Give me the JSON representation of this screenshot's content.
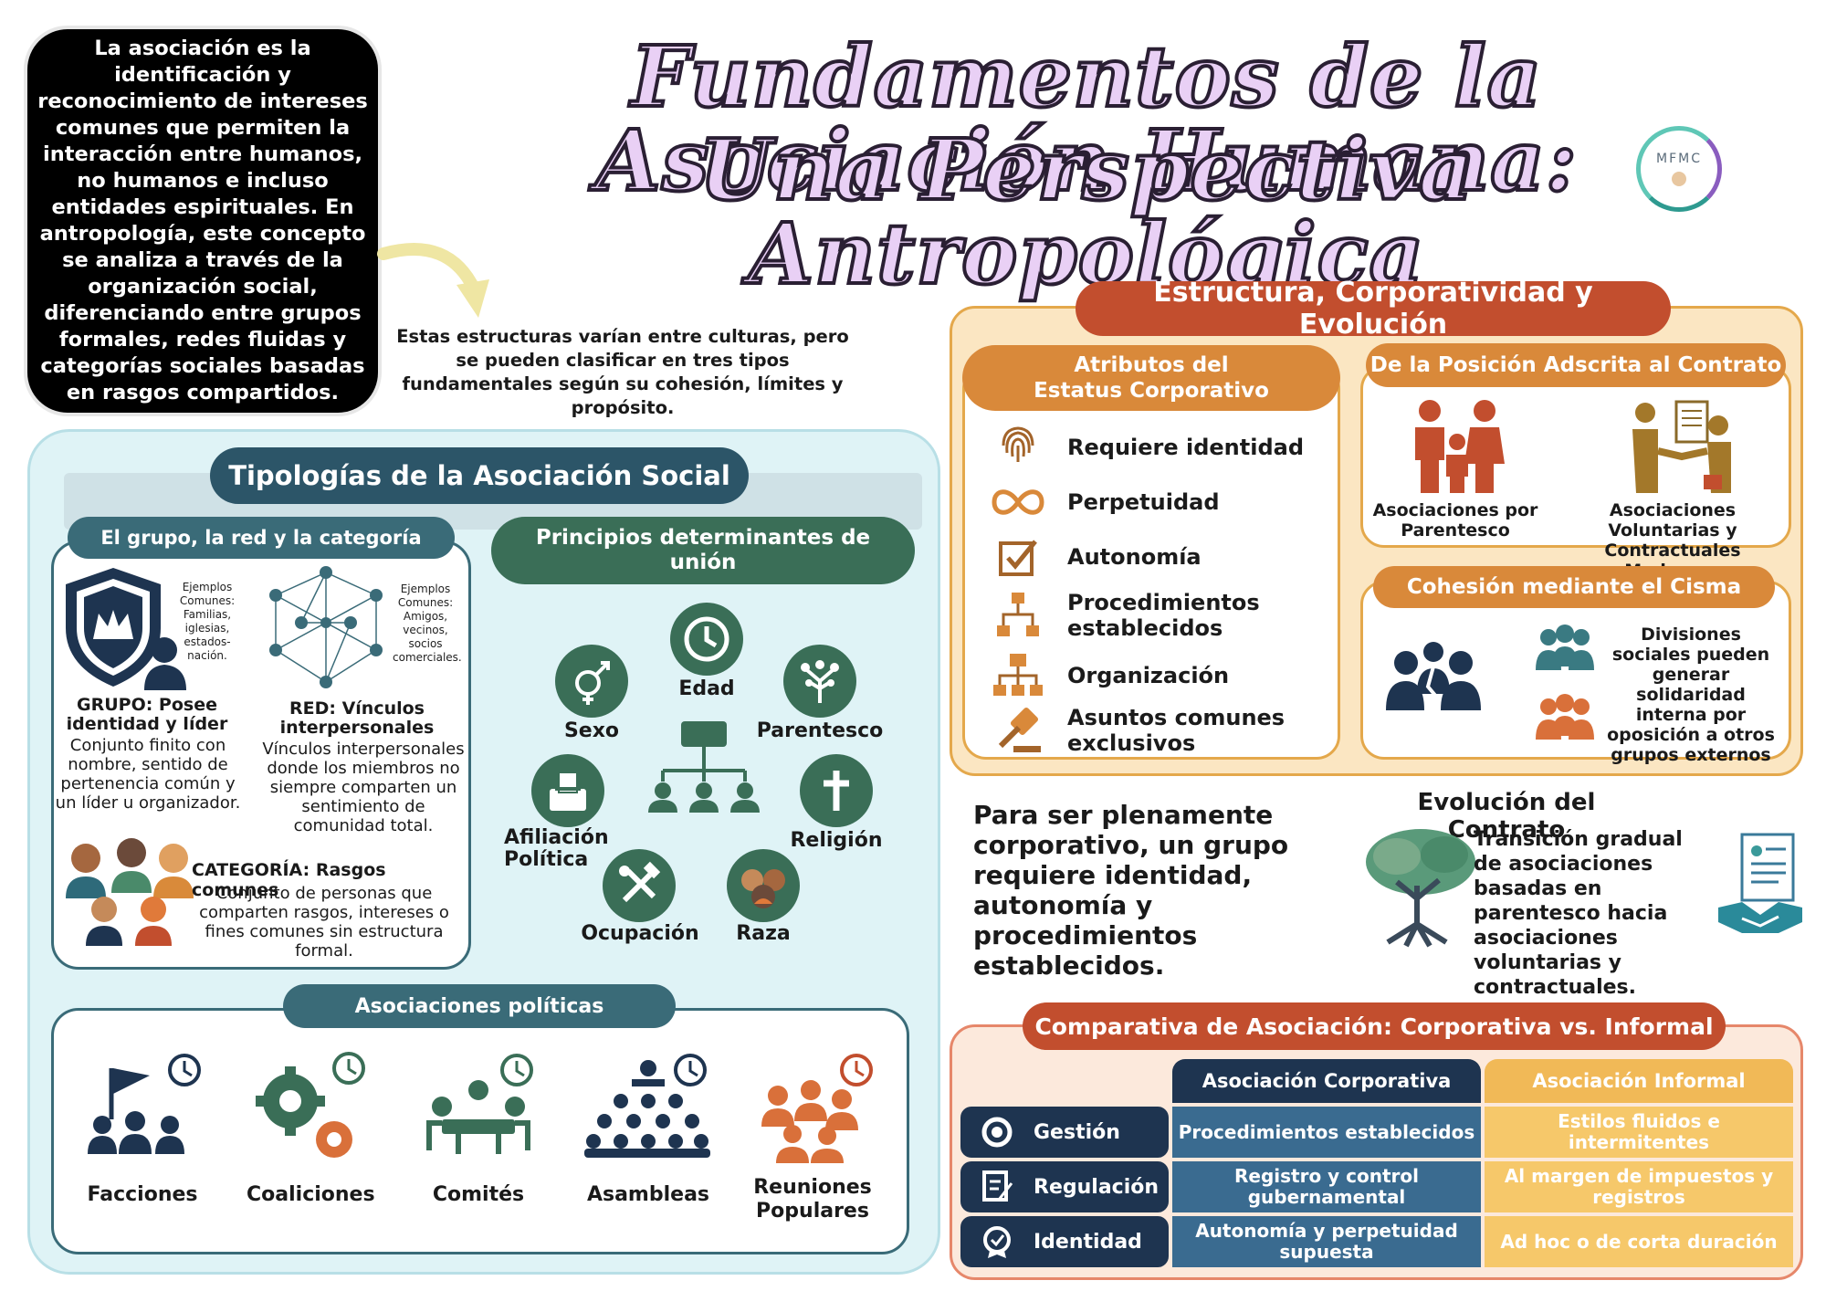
{
  "title": {
    "line1": "Fundamentos de la Asociación Humana:",
    "line2": "Una Perspectiva Antropológica",
    "logo_text": "MFMC"
  },
  "intro": {
    "text": "La asociación es la identificación y reconocimiento de intereses comunes que permiten la interacción entre humanos, no humanos e incluso entidades espirituales. En antropología, este concepto se analiza a través de la organización social, diferenciando entre grupos formales, redes fluidas y categorías sociales basadas en rasgos compartidos.",
    "sub": "Estas estructuras varían entre culturas, pero se pueden clasificar en tres tipos fundamentales según su cohesión, límites y propósito."
  },
  "typologies": {
    "header": "Tipologías de la Asociación Social",
    "grn": {
      "header": "El grupo, la red y la categoría",
      "group_examples": "Ejemplos Comunes: Familias, iglesias, estados-nación.",
      "net_examples": "Ejemplos Comunes: Amigos, vecinos, socios comerciales.",
      "group_title": "GRUPO: Posee identidad y líder",
      "group_text": "Conjunto finito con nombre, sentido de pertenencia común y un líder u organizador.",
      "net_title": "RED: Vínculos interpersonales",
      "net_text": "Vínculos interpersonales donde los miembros no siempre comparten un sentimiento de comunidad total.",
      "cat_title": "CATEGORÍA: Rasgos comunes",
      "cat_text": "Conjunto de personas que comparten rasgos, intereses o fines comunes sin estructura formal."
    },
    "principles": {
      "header": "Principios determinantes de unión",
      "items": [
        "Edad",
        "Sexo",
        "Parentesco",
        "Afiliación Política",
        "Religión",
        "Ocupación",
        "Raza"
      ]
    },
    "political": {
      "header": "Asociaciones políticas",
      "items": [
        "Facciones",
        "Coaliciones",
        "Comités",
        "Asambleas",
        "Reuniones Populares"
      ]
    }
  },
  "structure": {
    "header": "Estructura, Corporatividad y Evolución",
    "attributes": {
      "header": "Atributos del Estatus Corporativo",
      "items": [
        {
          "label": "Requiere identidad",
          "icon": "fingerprint-icon"
        },
        {
          "label": "Perpetuidad",
          "icon": "infinity-icon"
        },
        {
          "label": "Autonomía",
          "icon": "checkbox-icon"
        },
        {
          "label": "Procedimientos establecidos",
          "icon": "flowchart-icon"
        },
        {
          "label": "Organización",
          "icon": "org-chart-icon"
        },
        {
          "label": "Asuntos comunes exclusivos",
          "icon": "gavel-icon"
        }
      ]
    },
    "position": {
      "header": "De la Posición Adscrita al Contrato",
      "left": "Asociaciones por Parentesco",
      "right": "Asociaciones Voluntarias y Contractuales Modernas"
    },
    "schism": {
      "header": "Cohesión mediante el Cisma",
      "text": "Divisiones sociales pueden generar solidaridad interna por oposición a otros grupos externos"
    }
  },
  "corporate_note": "Para ser plenamente corporativo, un grupo requiere identidad, autonomía y procedimientos establecidos.",
  "evolution": {
    "title": "Evolución del Contrato",
    "text": "Transición gradual de asociaciones basadas en parentesco hacia asociaciones voluntarias y contractuales."
  },
  "comparison": {
    "header": "Comparativa de Asociación: Corporativa vs. Informal",
    "col_corporate": "Asociación Corporativa",
    "col_informal": "Asociación Informal",
    "rows": [
      {
        "label": "Gestión",
        "corporate": "Procedimientos establecidos",
        "informal": "Estilos fluidos e intermitentes"
      },
      {
        "label": "Regulación",
        "corporate": "Registro y control gubernamental",
        "informal": "Al margen de impuestos y registros"
      },
      {
        "label": "Identidad",
        "corporate": "Autonomía y perpetuidad supuesta",
        "informal": "Ad hoc o de corta duración"
      }
    ]
  },
  "colors": {
    "teal_dark": "#3a6b78",
    "green_dark": "#3a6e57",
    "orange": "#d9893a",
    "rust": "#c24e2e",
    "navy": "#1e3450",
    "yellow": "#f1b957"
  }
}
